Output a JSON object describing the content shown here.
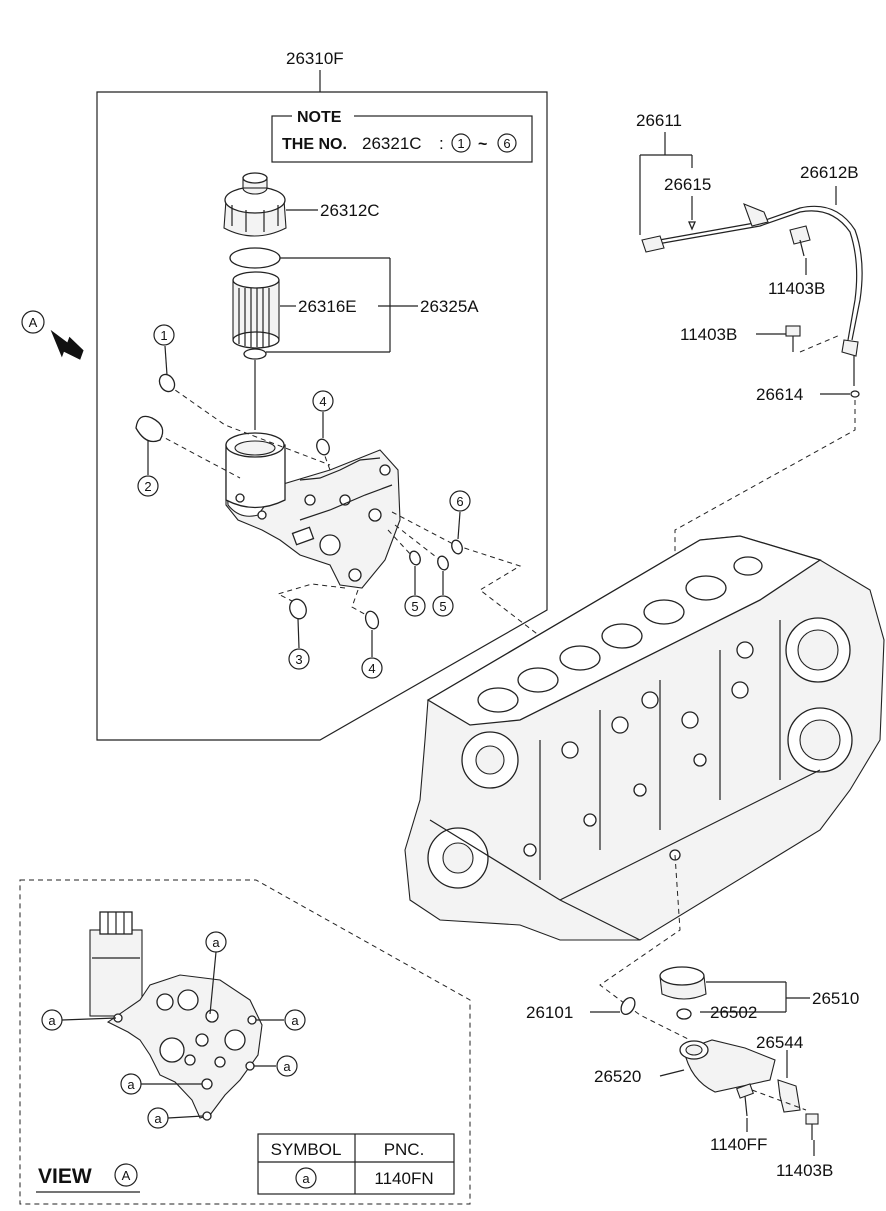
{
  "labels": {
    "assembly": "26310F",
    "note_title": "NOTE",
    "note_prefix": "THE NO.",
    "note_part": "26321C",
    "note_colon": ":",
    "note_from": "1",
    "note_tilde": "~",
    "note_to": "6",
    "cap": "26312C",
    "filter": "26316E",
    "filter_kit": "26325A",
    "tube_assy": "26611",
    "tube_gasket": "26615",
    "dipstick_tube": "26612B",
    "bolt_top": "11403B",
    "bolt_mid": "11403B",
    "oring_tube": "26614",
    "view_marker": "A",
    "gasket": "26101",
    "filler_cap_assy": "26510",
    "filler_seal": "26502",
    "bracket": "26544",
    "filler_neck": "26520",
    "bolt_filler": "1140FF",
    "bolt_bottom": "11403B",
    "view_label": "VIEW",
    "view_marker2": "A"
  },
  "callouts": [
    "1",
    "2",
    "3",
    "4",
    "4",
    "5",
    "5",
    "6"
  ],
  "view_callouts": [
    "a",
    "a",
    "a",
    "a",
    "a",
    "a"
  ],
  "symbol_table": {
    "header_symbol": "SYMBOL",
    "header_pnc": "PNC.",
    "row_symbol": "a",
    "row_pnc": "1140FN"
  }
}
